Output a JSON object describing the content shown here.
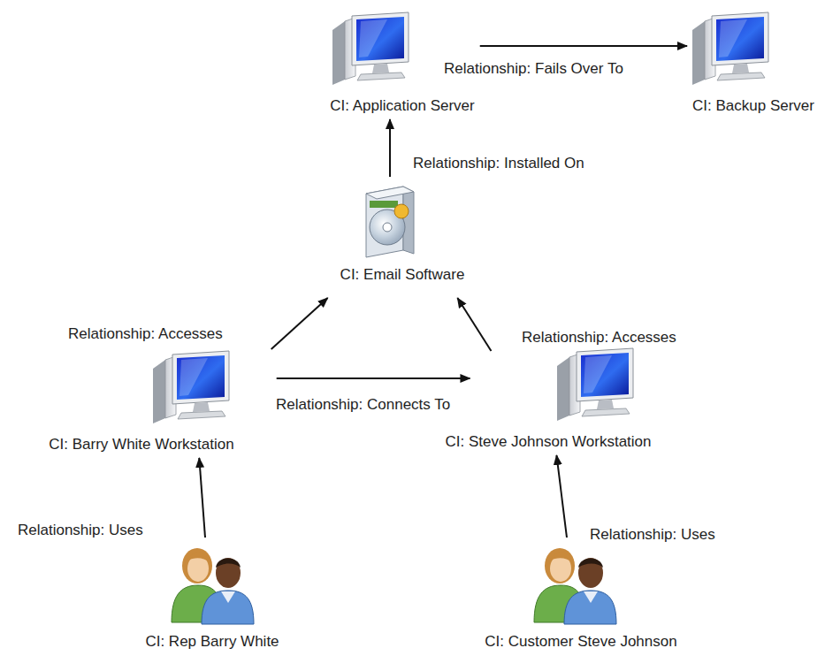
{
  "diagram": {
    "nodes": [
      {
        "text": [
          "CI: Application Server"
        ]
      },
      {
        "text": [
          "CI: Backup Server"
        ]
      },
      {
        "text": [
          "CI: Email Software"
        ]
      },
      {
        "text": [
          "CI: Barry White Workstation"
        ]
      },
      {
        "text": [
          "CI: Steve Johnson Workstation"
        ]
      },
      {
        "text": [
          "CI: Rep Barry White"
        ]
      },
      {
        "text": [
          "CI: Customer Steve Johnson"
        ]
      }
    ],
    "edges": [
      {
        "from": 0,
        "to": 1,
        "arrow": "to",
        "label": "Relationship: Fails Over To"
      },
      {
        "from": 2,
        "to": 0,
        "arrow": "to",
        "label": "Relationship: Installed On"
      },
      {
        "from": 3,
        "to": 2,
        "arrow": "to",
        "label": "Relationship: Accesses"
      },
      {
        "from": 4,
        "to": 2,
        "arrow": "to",
        "label": "Relationship: Accesses"
      },
      {
        "from": 3,
        "to": 4,
        "arrow": "to",
        "label": "Relationship: Connects To"
      },
      {
        "from": 5,
        "to": 3,
        "arrow": "to",
        "label": "Relationship: Uses"
      },
      {
        "from": 6,
        "to": 4,
        "arrow": "to",
        "label": "Relationship: Uses"
      }
    ]
  }
}
